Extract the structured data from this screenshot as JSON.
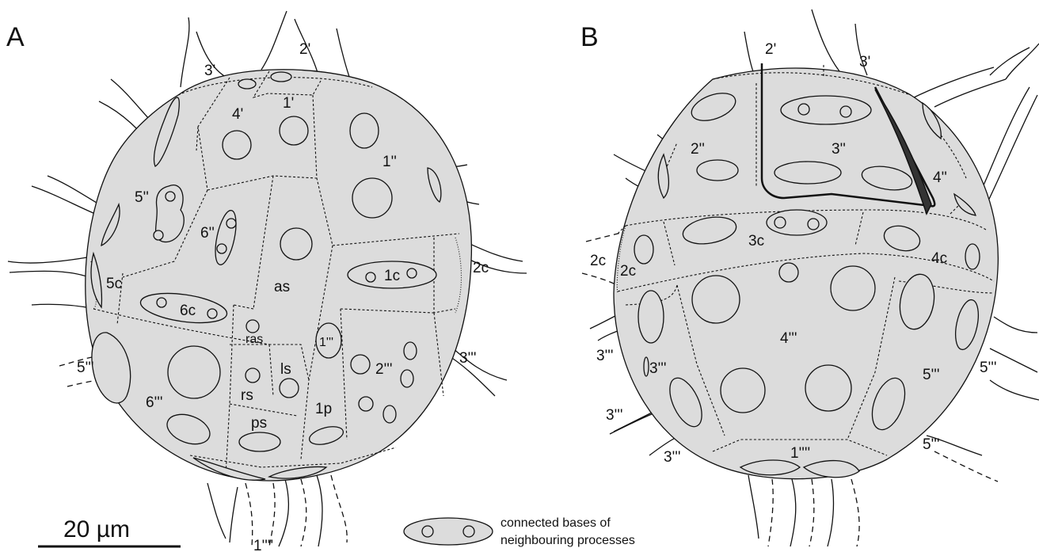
{
  "panels": {
    "A": {
      "letter": "A",
      "plates": {
        "p2apical": "2'",
        "p3apical": "3'",
        "p1apical": "1'",
        "p4apical": "4'",
        "p1pre": "1''",
        "p5pre": "5''",
        "p6pre": "6''",
        "as": "as",
        "c1": "1c",
        "c2": "2c",
        "c5": "5c",
        "c6": "6c",
        "ras": "ras",
        "rs": "rs",
        "ls": "ls",
        "ps": "ps",
        "p1post": "1'''",
        "p2post": "2'''",
        "p3post": "3'''",
        "p5post": "5'''",
        "p6post": "6'''",
        "p1p": "1p",
        "p1ant": "1''''"
      }
    },
    "B": {
      "letter": "B",
      "plates": {
        "p2apical": "2'",
        "p3apical": "3'",
        "p2pre": "2''",
        "p3pre": "3''",
        "p4pre": "4''",
        "c2a": "2c",
        "c2b": "2c",
        "c3": "3c",
        "c4": "4c",
        "p3post_a": "3'''",
        "p3post_b": "3'''",
        "p3post_c": "3'''",
        "p3post_d": "3'''",
        "p4post": "4'''",
        "p5post_a": "5'''",
        "p5post_b": "5'''",
        "p5post_c": "5'''",
        "p1ant": "1''''"
      }
    }
  },
  "scale_bar": {
    "label": "20 µm"
  },
  "legend": {
    "line1": "connected bases of",
    "line2": "neighbouring processes"
  }
}
